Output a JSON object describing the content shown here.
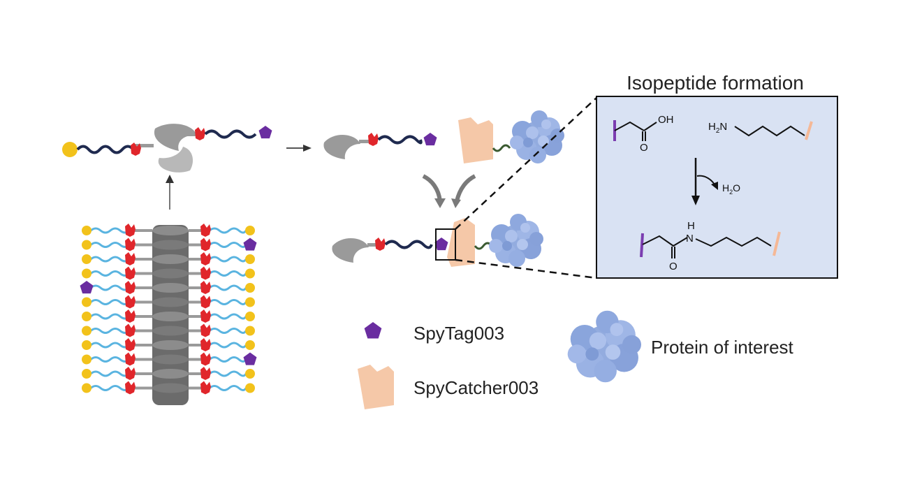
{
  "inset": {
    "title": "Isopeptide formation",
    "acid": {
      "oh": "OH",
      "o": "O"
    },
    "amine": {
      "prefix": "H",
      "sub": "2",
      "suffix": "N"
    },
    "water": {
      "prefix": "H",
      "sub": "2",
      "suffix": "O"
    },
    "product": {
      "h": "H",
      "n": "N",
      "o": "O"
    }
  },
  "legend": {
    "spytag": "SpyTag003",
    "spycatcher": "SpyCatcher003",
    "protein": "Protein of interest"
  },
  "colors": {
    "spytag": "#6a2da0",
    "spycatcher": "#f5c8a8",
    "protein": "#8fa9e0",
    "linker_dark": "#1f2a4f",
    "linker_light": "#5ab4e0",
    "terminal_bead": "#f2c21b",
    "red_domain": "#e0262b",
    "fiber_core": "#8a8a8a",
    "inset_bg": "#d9e2f3"
  }
}
